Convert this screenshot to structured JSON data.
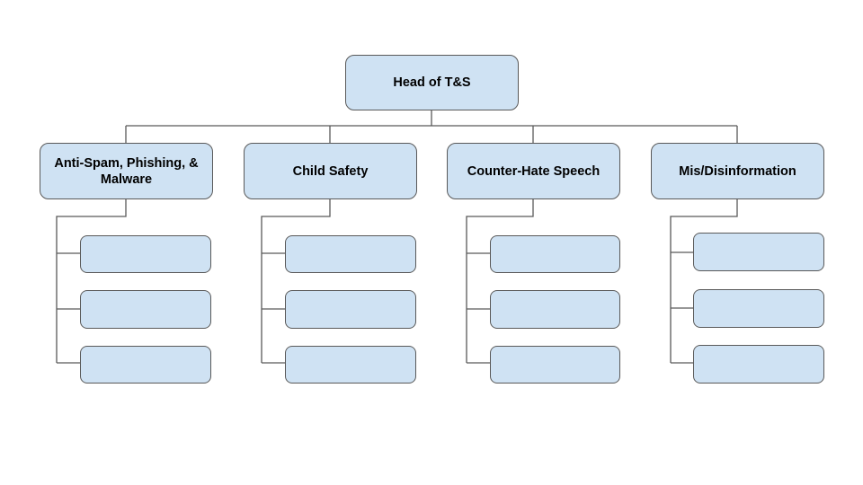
{
  "colors": {
    "fill": "#cfe2f3",
    "stroke": "#595959"
  },
  "root": {
    "label": "Head of T&S"
  },
  "teams": [
    {
      "label": "Anti-Spam, Phishing, & Malware",
      "children": [
        "",
        "",
        ""
      ]
    },
    {
      "label": "Child Safety",
      "children": [
        "",
        "",
        ""
      ]
    },
    {
      "label": "Counter-Hate Speech",
      "children": [
        "",
        "",
        ""
      ]
    },
    {
      "label": "Mis/Disinformation",
      "children": [
        "",
        "",
        ""
      ]
    }
  ]
}
